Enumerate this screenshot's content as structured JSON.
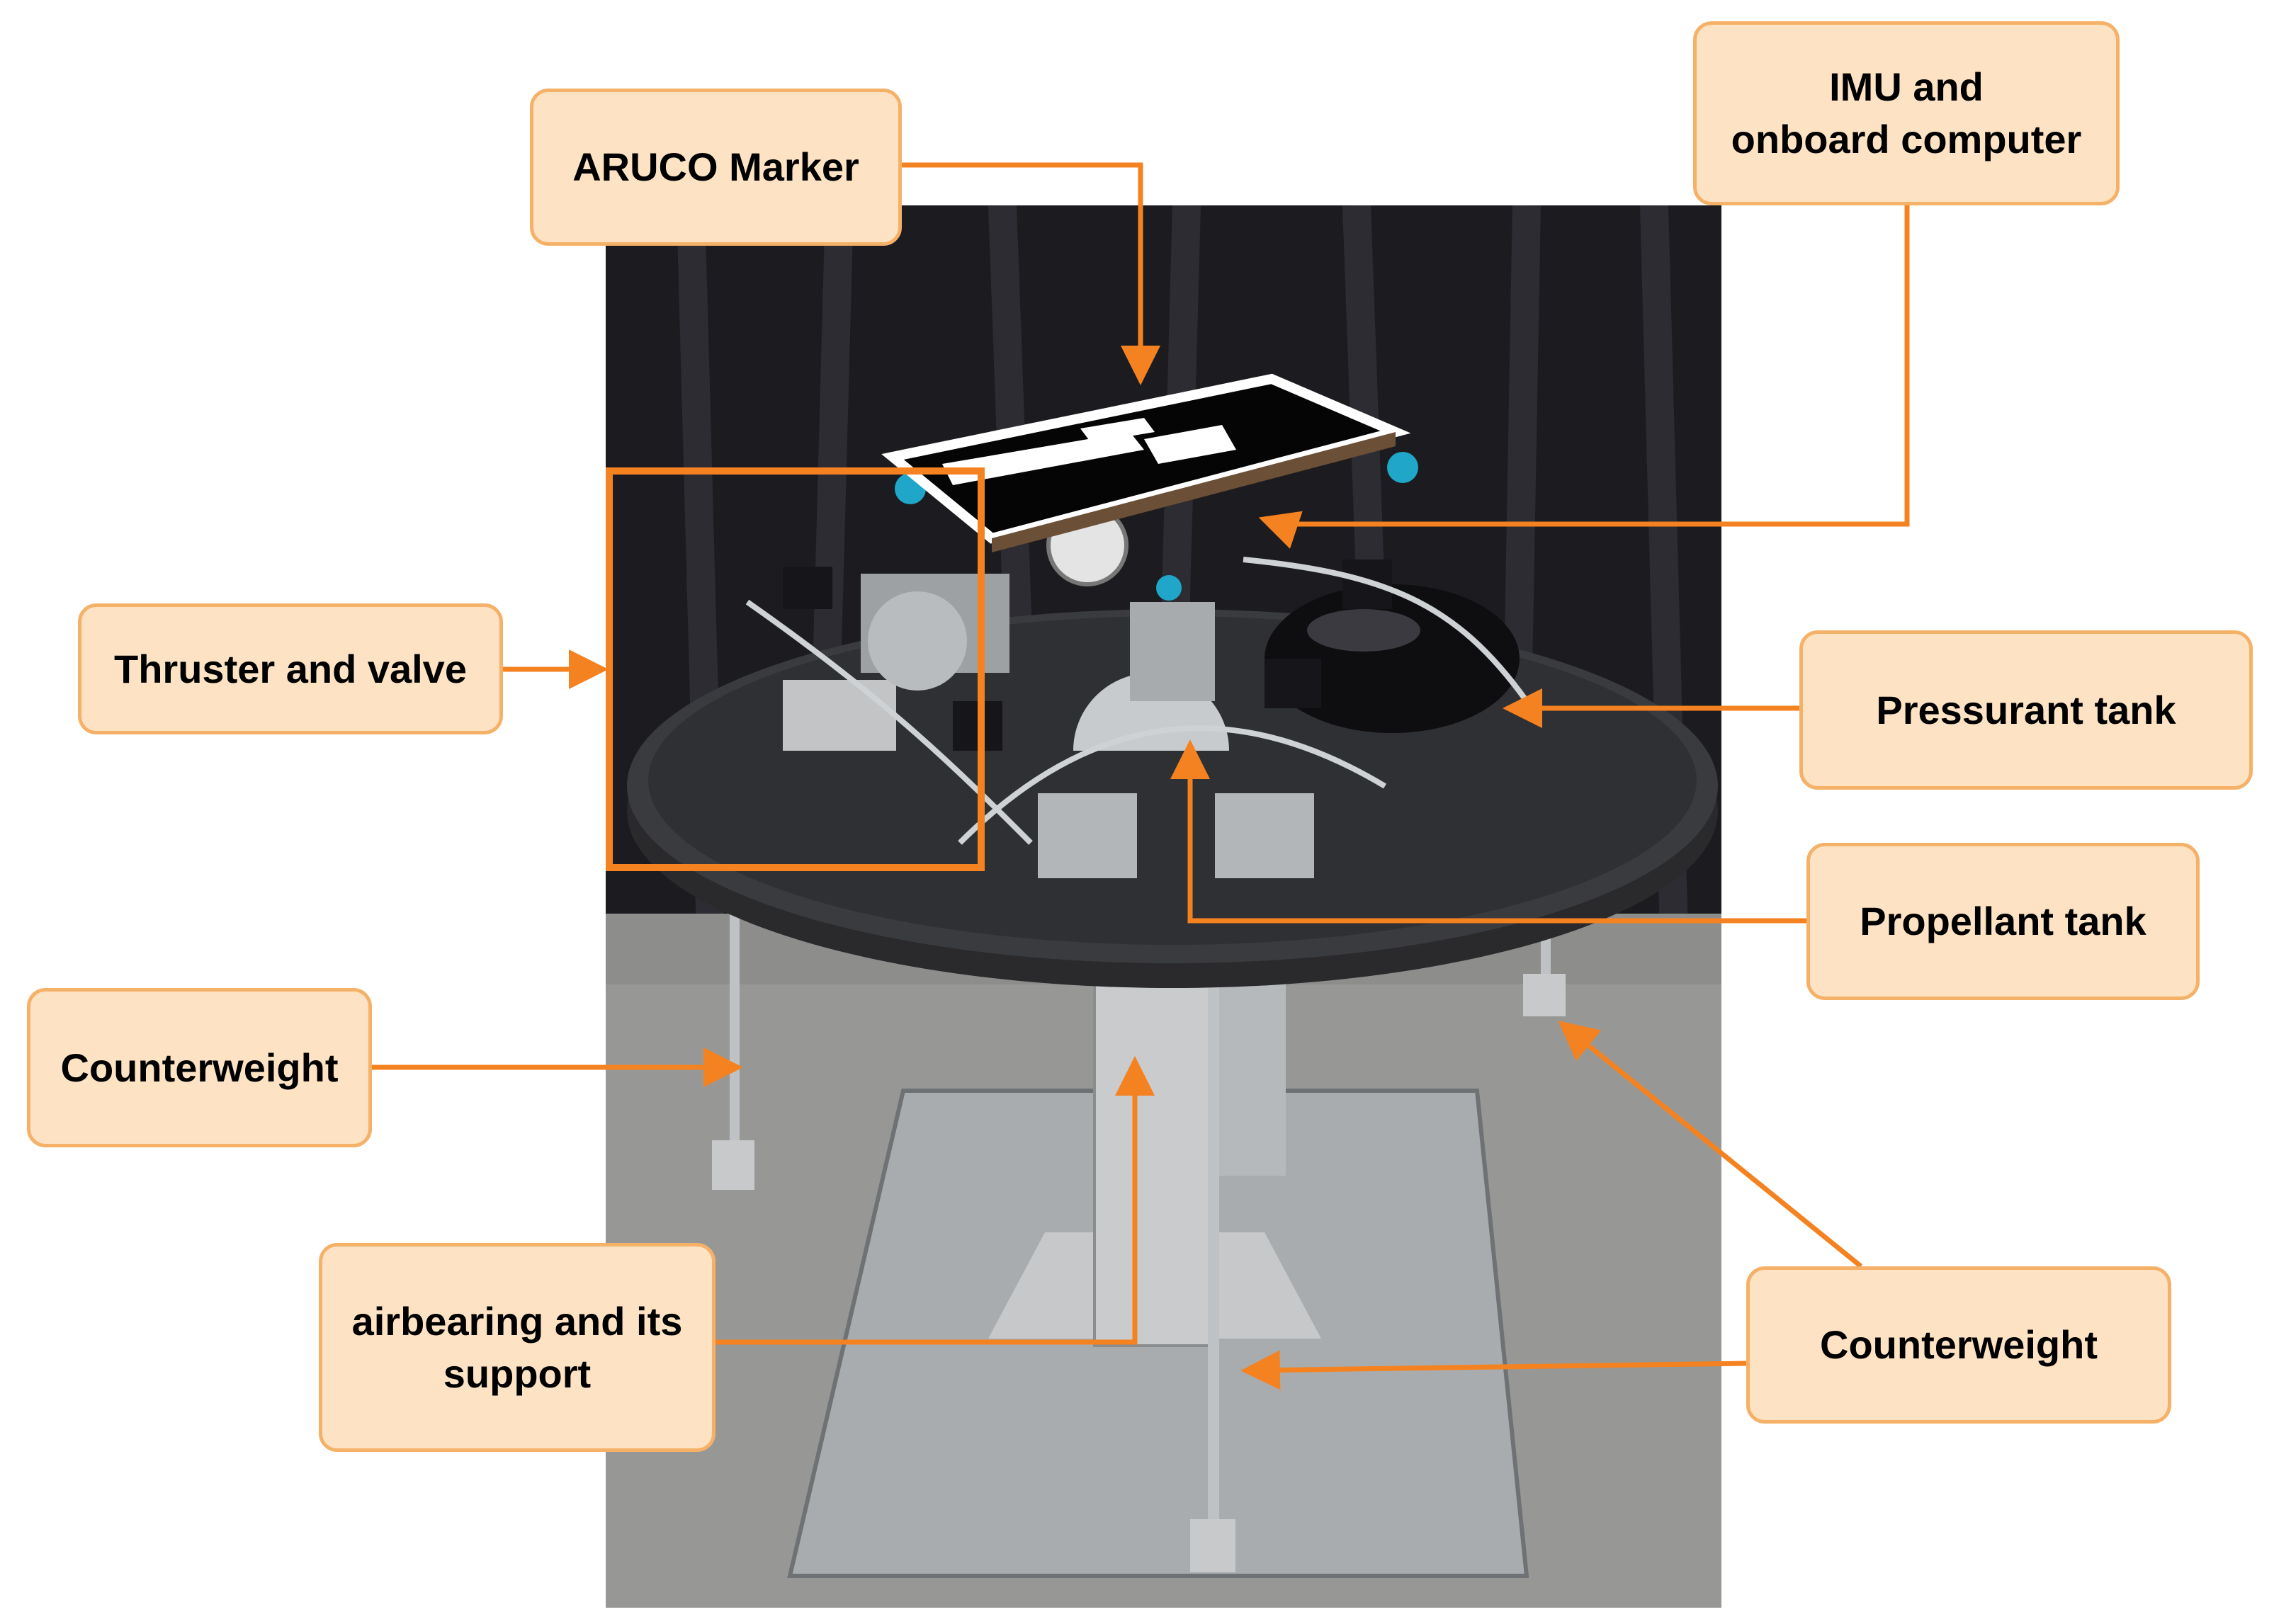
{
  "labels": {
    "aruco": "ARUCO Marker",
    "imu": "IMU and\nonboard computer",
    "thruster": "Thruster and valve",
    "pressurant": "Pressurant tank",
    "propellant": "Propellant tank",
    "counterweight_left": "Counterweight",
    "airbearing": "airbearing and its\nsupport",
    "counterweight_right": "Counterweight"
  },
  "colors": {
    "arrow": "#f58220",
    "callout_fill": "#fde3c4",
    "callout_border": "#f6b168",
    "highlight_box": "#f58220"
  },
  "icons": {
    "arrowhead": "arrowhead-icon"
  }
}
